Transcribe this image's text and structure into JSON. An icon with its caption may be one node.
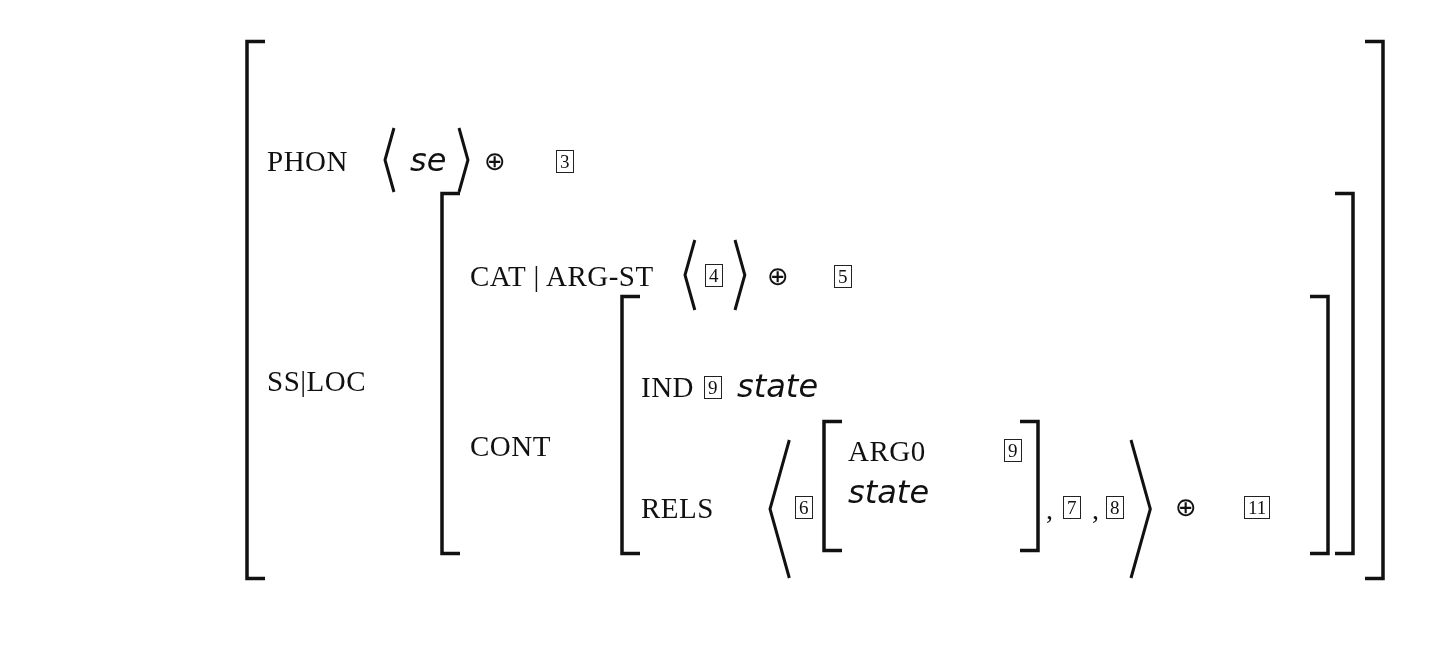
{
  "diagram": {
    "nodes": [
      {
        "text": [
          "PHON",
          "se",
          "⊕",
          "SS|LOC"
        ]
      },
      {
        "text": [
          "3"
        ],
        "in": 0
      },
      {
        "text": [
          "CAT | ARG-ST",
          "⊕",
          "CONT"
        ],
        "in": 0
      },
      {
        "text": [
          "4"
        ],
        "in": 2
      },
      {
        "text": [
          "5"
        ],
        "in": 2
      },
      {
        "text": [
          "IND",
          "state",
          "RELS",
          ",",
          ",",
          "⊕"
        ],
        "in": 2
      },
      {
        "text": [
          "9"
        ],
        "in": 5
      },
      {
        "text": [
          "6"
        ],
        "in": 5
      },
      {
        "text": [
          "ARG0",
          "state"
        ],
        "in": 5
      },
      {
        "text": [
          "9"
        ],
        "in": 8
      },
      {
        "text": [
          "7"
        ],
        "in": 5
      },
      {
        "text": [
          "8"
        ],
        "in": 5
      },
      {
        "text": [
          "11"
        ],
        "in": 5
      }
    ]
  }
}
